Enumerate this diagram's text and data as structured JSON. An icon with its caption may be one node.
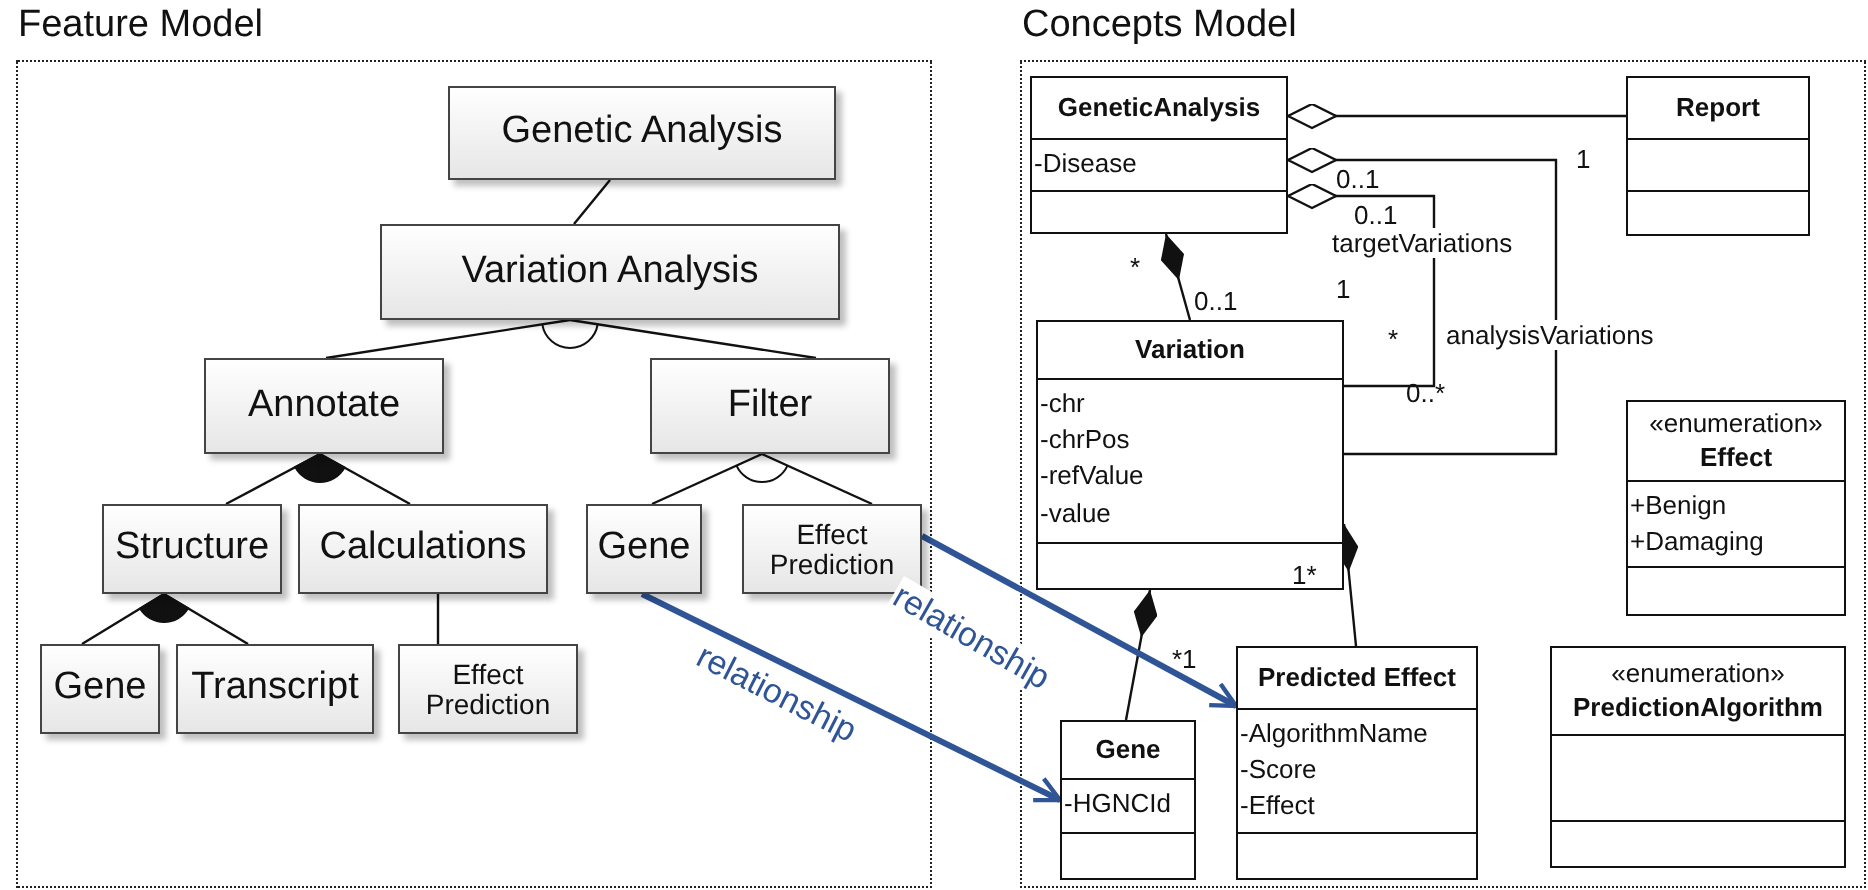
{
  "diagram": {
    "nodes": [
      {
        "text": [
          "Feature Model"
        ]
      },
      {
        "text": [
          "Genetic Analysis"
        ],
        "in": 0
      },
      {
        "text": [
          "Variation Analysis"
        ],
        "in": 0
      },
      {
        "text": [
          "Annotate"
        ],
        "in": 0
      },
      {
        "text": [
          "Filter"
        ],
        "in": 0
      },
      {
        "text": [
          "Structure"
        ],
        "in": 0
      },
      {
        "text": [
          "Calculations"
        ],
        "in": 0
      },
      {
        "text": [
          "Gene"
        ],
        "in": 0
      },
      {
        "text": [
          "Effect Prediction"
        ],
        "in": 0
      },
      {
        "text": [
          "Gene"
        ],
        "in": 0
      },
      {
        "text": [
          "Transcript"
        ],
        "in": 0
      },
      {
        "text": [
          "Effect Prediction"
        ],
        "in": 0
      },
      {
        "text": [
          "Concepts Model"
        ]
      },
      {
        "text": [
          "GeneticAnalysis",
          "-Disease"
        ],
        "in": 12
      },
      {
        "text": [
          "Report"
        ],
        "in": 12
      },
      {
        "text": [
          "Variation",
          "-chr",
          "-chrPos",
          "-refValue",
          "-value"
        ],
        "in": 12
      },
      {
        "text": [
          "«enumeration»",
          "Effect",
          "+Benign",
          "+Damaging"
        ],
        "in": 12
      },
      {
        "text": [
          "Gene",
          "-HGNCId"
        ],
        "in": 12
      },
      {
        "text": [
          "Predicted Effect",
          "-AlgorithmName",
          "-Score",
          "-Effect"
        ],
        "in": 12
      },
      {
        "text": [
          "«enumeration»",
          "PredictionAlgorithm"
        ],
        "in": 12
      }
    ],
    "edges": [
      {
        "from": 1,
        "to": 2,
        "arrow": "none"
      },
      {
        "from": 2,
        "to": 3,
        "arrow": "other"
      },
      {
        "from": 2,
        "to": 4,
        "arrow": "other"
      },
      {
        "from": 3,
        "to": 5,
        "arrow": "other"
      },
      {
        "from": 3,
        "to": 6,
        "arrow": "other"
      },
      {
        "from": 4,
        "to": 7,
        "arrow": "other"
      },
      {
        "from": 4,
        "to": 8,
        "arrow": "other"
      },
      {
        "from": 5,
        "to": 9,
        "arrow": "other"
      },
      {
        "from": 5,
        "to": 10,
        "arrow": "other"
      },
      {
        "from": 6,
        "to": 11,
        "arrow": "none"
      },
      {
        "from": 13,
        "to": 14,
        "arrow": "other"
      },
      {
        "from": 13,
        "to": 15,
        "arrow": "other",
        "label": "analysisVariations"
      },
      {
        "from": 13,
        "to": 15,
        "arrow": "other",
        "label": "targetVariations"
      },
      {
        "from": 13,
        "to": 15,
        "arrow": "other"
      },
      {
        "from": 15,
        "to": 17,
        "arrow": "other"
      },
      {
        "from": 15,
        "to": 18,
        "arrow": "other"
      },
      {
        "from": 7,
        "to": 17,
        "arrow": "to",
        "label": "relationship",
        "style": "thick",
        "color": "#2f5597"
      },
      {
        "from": 8,
        "to": 18,
        "arrow": "to",
        "label": "relationship",
        "style": "thick",
        "color": "#2f5597"
      }
    ],
    "labels": [
      "1",
      "0..1",
      "0..1",
      "*",
      "1",
      "0..1",
      "*",
      "0..*",
      "1*",
      "*1"
    ]
  }
}
